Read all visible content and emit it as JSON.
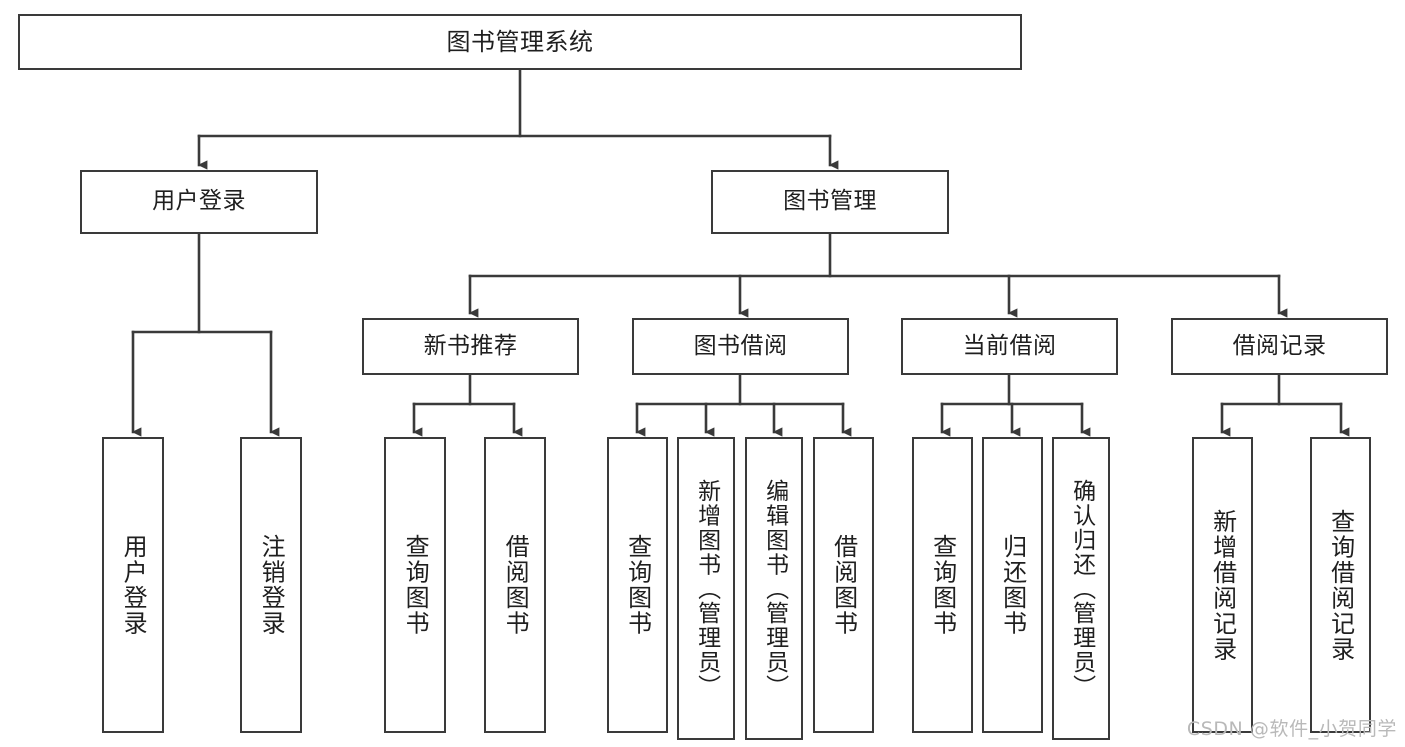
{
  "diagram": {
    "type": "tree",
    "title": "图书管理系统",
    "watermark": "CSDN @软件_小贺同学",
    "colors": {
      "box_border": "#3a3a3a",
      "box_fill": "#ffffff",
      "edge": "#3a3a3a",
      "text": "#1f1f1f",
      "watermark": "#b9b9b9",
      "background": "#ffffff"
    },
    "nodes": {
      "root": {
        "label": "图书管理系统"
      },
      "level1": [
        {
          "id": "user-login",
          "label": "用户登录"
        },
        {
          "id": "book-manage",
          "label": "图书管理"
        }
      ],
      "level2": [
        {
          "id": "new-book-recommend",
          "label": "新书推荐"
        },
        {
          "id": "book-borrow",
          "label": "图书借阅"
        },
        {
          "id": "current-borrow",
          "label": "当前借阅"
        },
        {
          "id": "borrow-record",
          "label": "借阅记录"
        }
      ],
      "leaves": {
        "user-login": [
          {
            "id": "leaf-user-login",
            "label": "用户登录"
          },
          {
            "id": "leaf-logout-login",
            "label": "注销登录"
          }
        ],
        "new-book-recommend": [
          {
            "id": "leaf-query-book-1",
            "label": "查询图书"
          },
          {
            "id": "leaf-borrow-book-1",
            "label": "借阅图书"
          }
        ],
        "book-borrow": [
          {
            "id": "leaf-query-book-2",
            "label": "查询图书"
          },
          {
            "id": "leaf-add-book",
            "label": "新增图书（管理员）"
          },
          {
            "id": "leaf-edit-book",
            "label": "编辑图书（管理员）"
          },
          {
            "id": "leaf-borrow-book-2",
            "label": "借阅图书"
          }
        ],
        "current-borrow": [
          {
            "id": "leaf-query-book-3",
            "label": "查询图书"
          },
          {
            "id": "leaf-return-book",
            "label": "归还图书"
          },
          {
            "id": "leaf-confirm-return",
            "label": "确认归还（管理员）"
          }
        ],
        "borrow-record": [
          {
            "id": "leaf-add-record",
            "label": "新增借阅记录"
          },
          {
            "id": "leaf-query-record",
            "label": "查询借阅记录"
          }
        ]
      }
    }
  }
}
